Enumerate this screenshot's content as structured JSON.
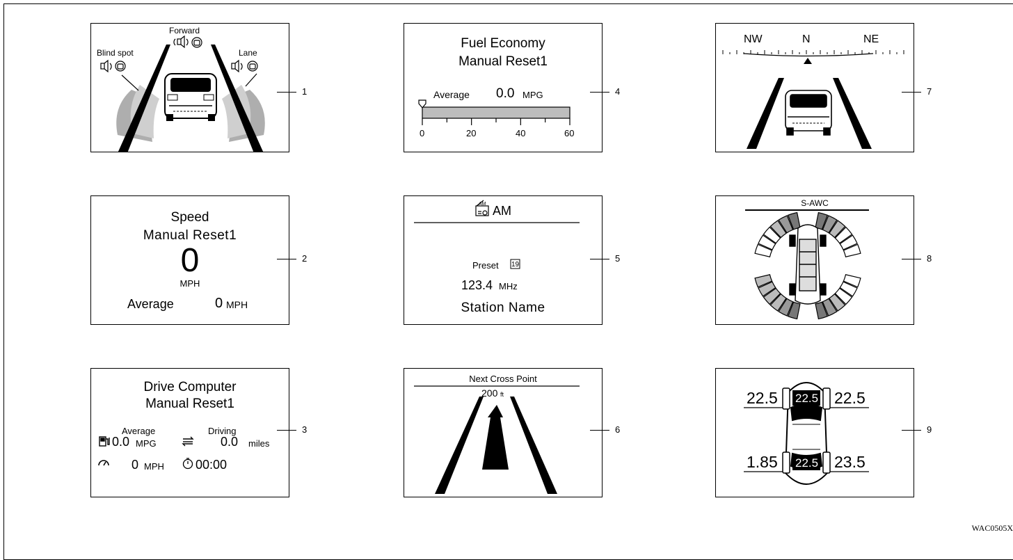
{
  "callouts": [
    "1",
    "2",
    "3",
    "4",
    "5",
    "6",
    "7",
    "8",
    "9"
  ],
  "figure_code": "WAC0505X",
  "panel1": {
    "forward": "Forward",
    "blind_spot": "Blind spot",
    "lane": "Lane"
  },
  "panel2": {
    "title": "Speed",
    "subtitle": "Manual Reset1",
    "speed_value": "0",
    "speed_unit": "MPH",
    "average_label": "Average",
    "average_value": "0",
    "average_unit": "MPH"
  },
  "panel3": {
    "title": "Drive Computer",
    "subtitle": "Manual Reset1",
    "average_label": "Average",
    "driving_label": "Driving",
    "fuel_value": "0.0",
    "fuel_unit": "MPG",
    "distance_value": "0.0",
    "distance_unit": "miles",
    "speed_value": "0",
    "speed_unit": "MPH",
    "time_value": "00:00"
  },
  "panel4": {
    "title": "Fuel Economy",
    "subtitle": "Manual Reset1",
    "average_label": "Average",
    "average_value": "0.0",
    "average_unit": "MPG",
    "gauge_value": 0,
    "scale_labels": [
      "0",
      "20",
      "40",
      "60"
    ]
  },
  "panel5": {
    "band": "AM",
    "preset_label": "Preset",
    "preset_number": "19",
    "frequency_value": "123.4",
    "frequency_unit": "MHz",
    "station": "Station Name"
  },
  "panel6": {
    "title": "Next Cross Point",
    "distance_value": "200",
    "distance_unit": "ft"
  },
  "panel7": {
    "heading_left": "NW",
    "heading_center": "N",
    "heading_right": "NE"
  },
  "panel8": {
    "title": "S-AWC"
  },
  "panel9": {
    "front_left": "22.5",
    "front_center": "22.5",
    "front_right": "22.5",
    "rear_left": "1.85",
    "rear_center": "22.5",
    "rear_right": "23.5"
  }
}
